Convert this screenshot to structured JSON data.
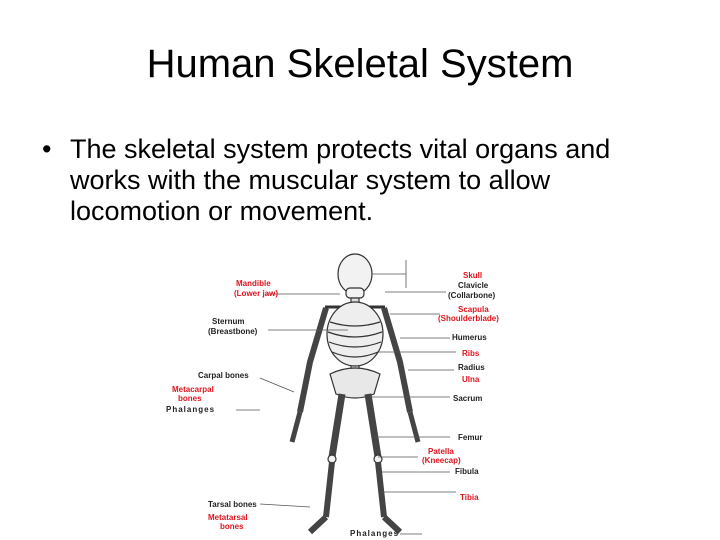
{
  "slide": {
    "title": "Human Skeletal System",
    "bullet_symbol": "•",
    "bullet_text": "The skeletal system protects vital organs and works with the muscular system to allow locomotion or movement."
  },
  "figure": {
    "left_labels": {
      "mandible": "Mandible",
      "mandible_sub": "(Lower jaw)",
      "sternum": "Sternum",
      "sternum_sub": "(Breastbone)",
      "carpal": "Carpal bones",
      "metacarpal": "Metacarpal",
      "metacarpal_sub": "bones",
      "phalanges_hand": "Phalanges",
      "tarsal": "Tarsal bones",
      "metatarsal": "Metatarsal",
      "metatarsal_sub": "bones"
    },
    "right_labels": {
      "skull": "Skull",
      "clavicle": "Clavicle",
      "clavicle_sub": "(Collarbone)",
      "scapula": "Scapula",
      "scapula_sub": "(Shoulderblade)",
      "humerus": "Humerus",
      "ribs": "Ribs",
      "radius": "Radius",
      "ulna": "Ulna",
      "sacrum": "Sacrum",
      "femur": "Femur",
      "patella": "Patella",
      "patella_sub": "(Kneecap)",
      "fibula": "Fibula",
      "tibia": "Tibia"
    },
    "bottom_labels": {
      "phalanges_foot": "Phalanges"
    },
    "colors": {
      "highlight": "#e0141e",
      "normal": "#222222"
    }
  }
}
